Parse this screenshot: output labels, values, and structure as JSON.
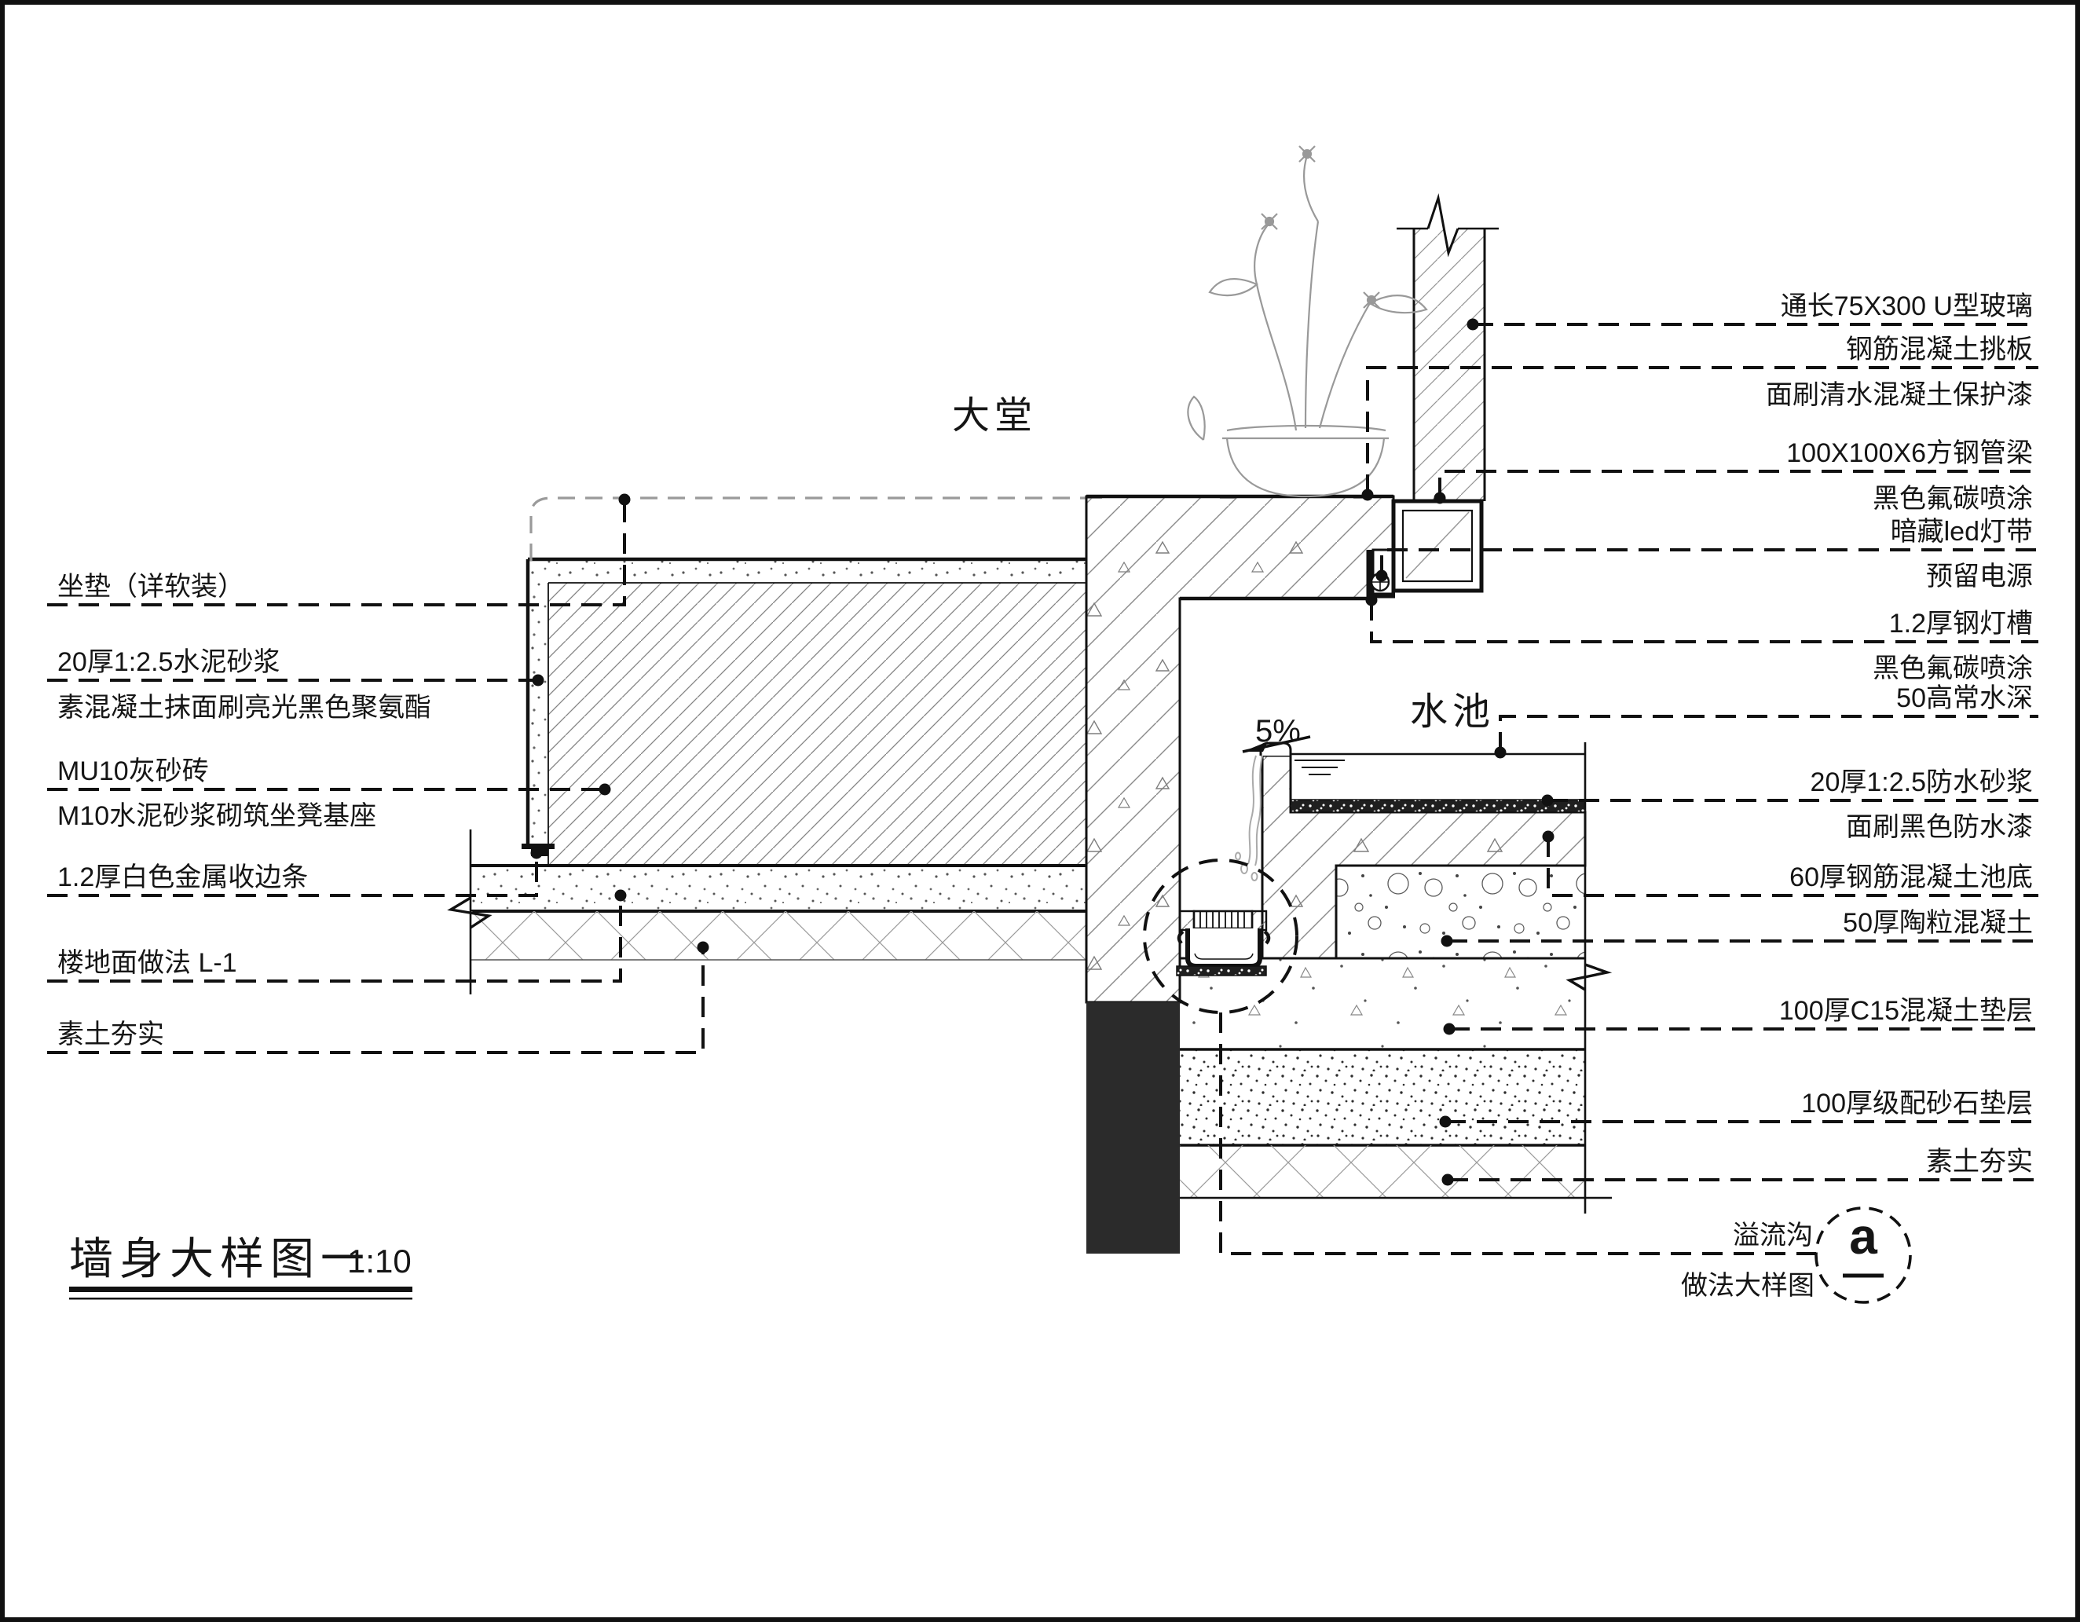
{
  "title": {
    "name": "墙身大样图一",
    "scale": "1:10"
  },
  "annotations": {
    "hall": "大堂",
    "pool": "水池",
    "slope": "5%",
    "detail_letter": "a"
  },
  "left_labels": [
    {
      "line1": "坐垫（详软装）"
    },
    {
      "line1": "20厚1:2.5水泥砂浆",
      "line2": "素混凝土抹面刷亮光黑色聚氨酯"
    },
    {
      "line1": "MU10灰砂砖",
      "line2": "M10水泥砂浆砌筑坐凳基座"
    },
    {
      "line1": "1.2厚白色金属收边条"
    },
    {
      "line1": "楼地面做法 L-1"
    },
    {
      "line1": "素土夯实"
    }
  ],
  "right_labels": [
    {
      "line1": "通长75X300 U型玻璃"
    },
    {
      "line1": "钢筋混凝土挑板",
      "line2": "面刷清水混凝土保护漆"
    },
    {
      "line1": "100X100X6方钢管梁",
      "line2": "黑色氟碳喷涂"
    },
    {
      "line1": "暗藏led灯带",
      "line2": "预留电源"
    },
    {
      "line1": "1.2厚钢灯槽",
      "line2": "黑色氟碳喷涂"
    },
    {
      "line1": "50高常水深"
    },
    {
      "line1": "20厚1:2.5防水砂浆",
      "line2": "面刷黑色防水漆"
    },
    {
      "line1": "60厚钢筋混凝土池底"
    },
    {
      "line1": "50厚陶粒混凝土"
    },
    {
      "line1": "100厚C15混凝土垫层"
    },
    {
      "line1": "100厚级配砂石垫层"
    },
    {
      "line1": "素土夯实"
    },
    {
      "line1": "溢流沟",
      "line2": "做法大样图"
    }
  ],
  "colors": {
    "line": "#151515",
    "hatch": "#888888",
    "solid_fill": "#2b2b2b"
  }
}
